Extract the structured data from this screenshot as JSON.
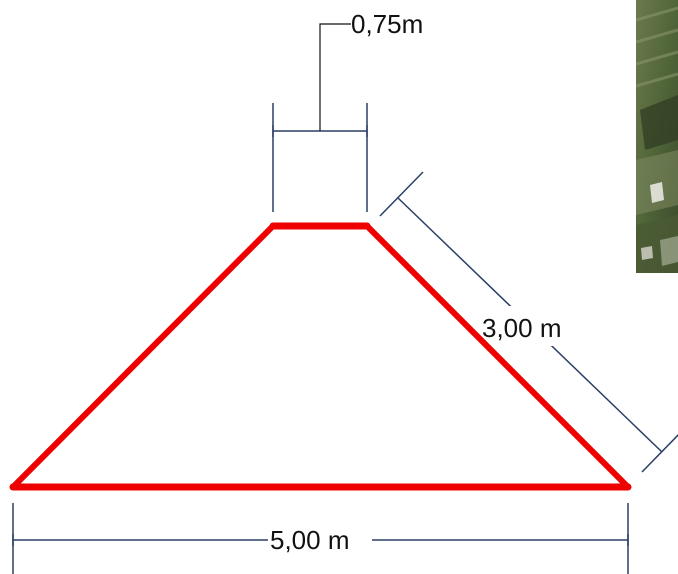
{
  "dimensions": {
    "top_width_label": "0,75m",
    "slope_length_label": "3,00 m",
    "base_width_label": "5,00 m"
  },
  "colors": {
    "trapezoid_outline": "#ee0000",
    "dimension_lines": "#2b3f66",
    "text": "#111111"
  },
  "inset_image": {
    "description_icon": "aerial-photo-icon"
  }
}
